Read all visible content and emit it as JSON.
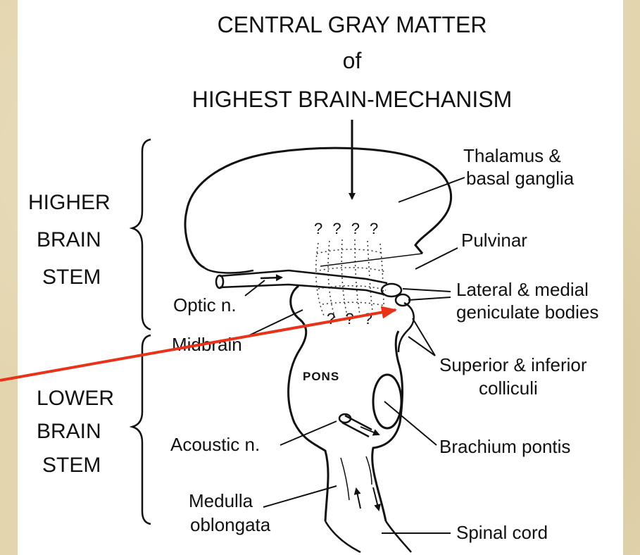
{
  "title": {
    "line1": "CENTRAL GRAY MATTER",
    "line2": "of",
    "line3": "HIGHEST BRAIN-MECHANISM"
  },
  "regions": {
    "higher": [
      "HIGHER",
      "BRAIN",
      "STEM"
    ],
    "lower": [
      "LOWER",
      "BRAIN",
      "STEM"
    ]
  },
  "labels": {
    "thalamus": [
      "Thalamus &",
      "basal ganglia"
    ],
    "pulvinar": "Pulvinar",
    "geniculate": [
      "Lateral & medial",
      "geniculate bodies"
    ],
    "colliculi": [
      "Superior & inferior",
      "colliculi"
    ],
    "brachium": "Brachium pontis",
    "spinal": "Spinal cord",
    "optic": "Optic n.",
    "midbrain": "Midbrain",
    "acoustic": "Acoustic n.",
    "medulla": [
      "Medulla",
      "oblongata"
    ],
    "pons": "PONS",
    "qmarks_top": "? ? ? ?",
    "qmarks_bottom": "? ? ?"
  },
  "colors": {
    "ink": "#111111",
    "pointer": "#e8321a",
    "background": "#e3d5ae"
  }
}
